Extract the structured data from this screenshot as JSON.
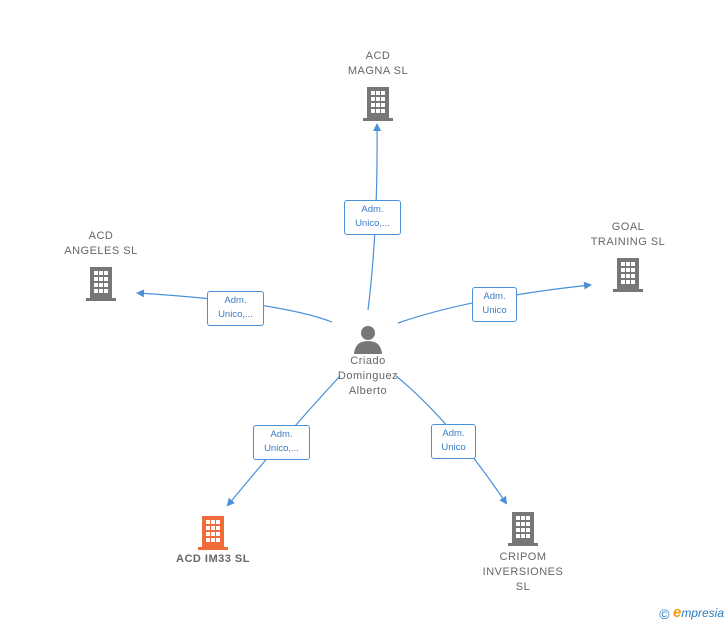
{
  "center": {
    "name": "Criado\nDominguez\nAlberto",
    "icon": "person-icon"
  },
  "companies": [
    {
      "name": "ACD\nMAGNA  SL",
      "color": "#777777",
      "highlight": false,
      "icon": "building-icon"
    },
    {
      "name": "ACD\nANGELES  SL",
      "color": "#777777",
      "highlight": false,
      "icon": "building-icon"
    },
    {
      "name": "GOAL\nTRAINING  SL",
      "color": "#777777",
      "highlight": false,
      "icon": "building-icon"
    },
    {
      "name": "ACD IM33  SL",
      "color": "#f26b3a",
      "highlight": true,
      "icon": "building-icon"
    },
    {
      "name": "CRIPOM\nINVERSIONES\nSL",
      "color": "#777777",
      "highlight": false,
      "icon": "building-icon"
    }
  ],
  "relations": [
    {
      "label": "Adm.\nUnico,..."
    },
    {
      "label": "Adm.\nUnico,..."
    },
    {
      "label": "Adm.\nUnico"
    },
    {
      "label": "Adm.\nUnico,..."
    },
    {
      "label": "Adm.\nUnico"
    }
  ],
  "colors": {
    "edge": "#4a90d9",
    "node": "#777777",
    "highlight": "#f26b3a"
  },
  "footer": {
    "copyright": "©",
    "brand_initial": "e",
    "brand_rest": "mpresia"
  }
}
